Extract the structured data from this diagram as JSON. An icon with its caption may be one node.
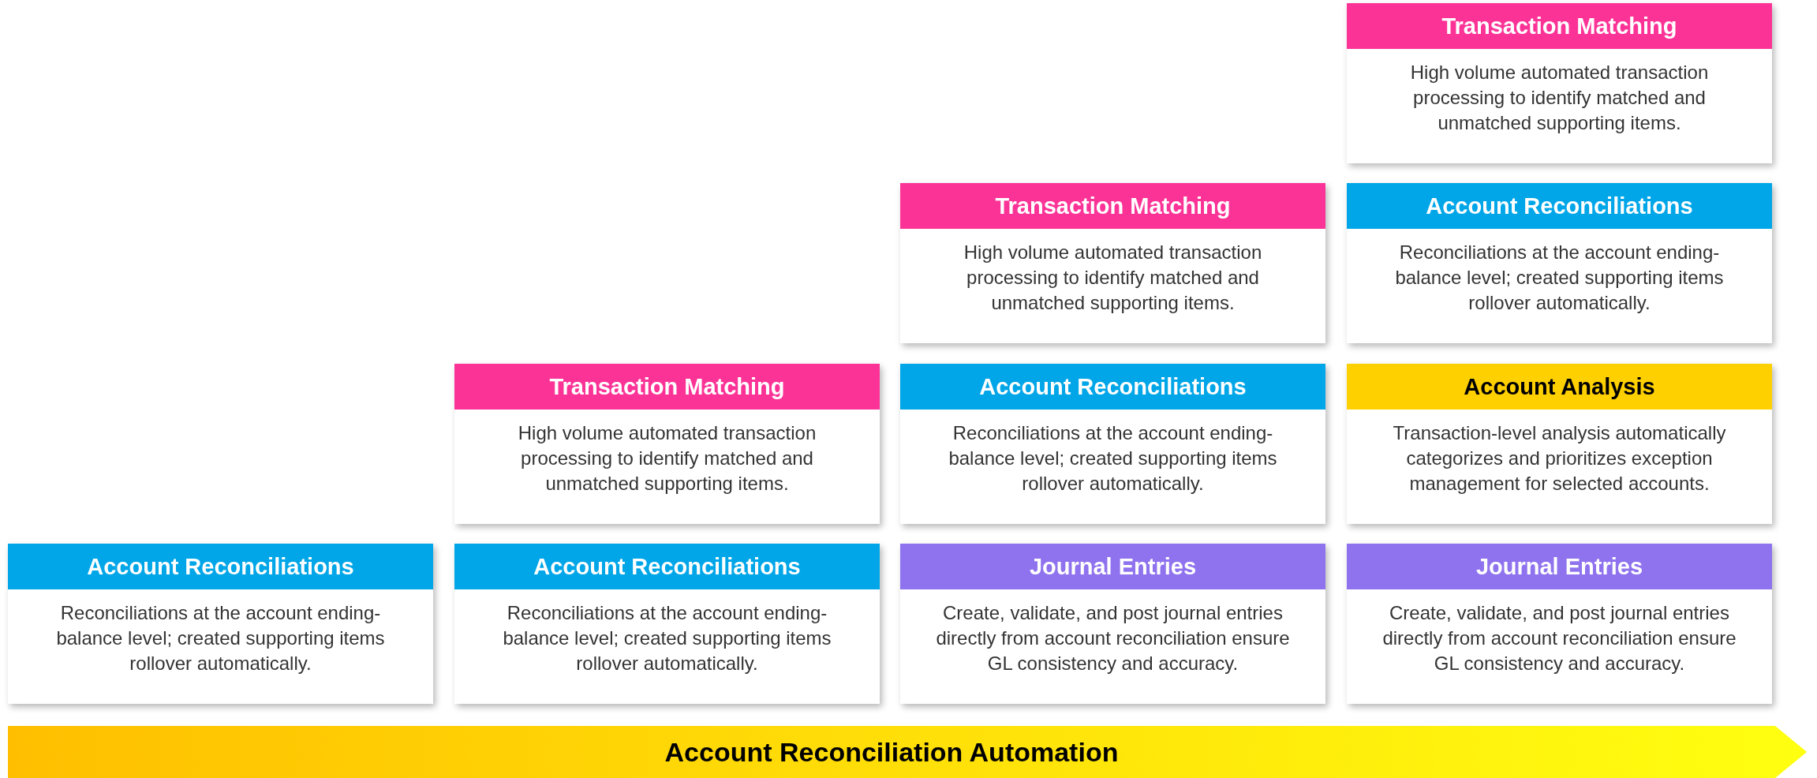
{
  "diagram": {
    "nodes": [
      {
        "text": [
          "Transaction Matching",
          "High volume automated transaction processing to identify matched and unmatched supporting items."
        ]
      },
      {
        "text": [
          "Transaction Matching",
          "High volume automated transaction processing to identify matched and unmatched supporting items."
        ]
      },
      {
        "text": [
          "Account Reconciliations",
          "Reconciliations at the account ending-balance level; created supporting items rollover automatically."
        ]
      },
      {
        "text": [
          "Transaction Matching",
          "High volume automated transaction processing to identify matched and unmatched supporting items."
        ]
      },
      {
        "text": [
          "Account Reconciliations",
          "Reconciliations at the account ending-balance level; created supporting items rollover automatically."
        ]
      },
      {
        "text": [
          "Account Analysis",
          "Transaction-level analysis automatically categorizes and prioritizes exception management for selected accounts."
        ]
      },
      {
        "text": [
          "Account Reconciliations",
          "Reconciliations at the account ending-balance level; created supporting items rollover automatically."
        ]
      },
      {
        "text": [
          "Account Reconciliations",
          "Reconciliations at the account ending-balance level; created supporting items rollover automatically."
        ]
      },
      {
        "text": [
          "Journal Entries",
          "Create, validate, and post journal entries directly from account reconciliation ensure GL consistency and accuracy."
        ]
      },
      {
        "text": [
          "Journal Entries",
          "Create, validate, and post journal entries directly from account reconciliation ensure GL consistency and accuracy."
        ]
      },
      {
        "text": [
          "Account Reconciliation Automation"
        ]
      }
    ]
  }
}
